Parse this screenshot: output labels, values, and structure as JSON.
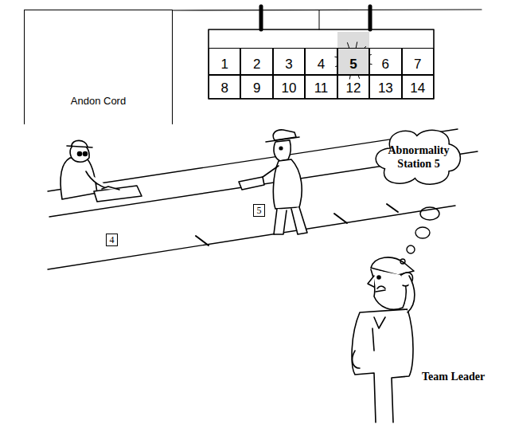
{
  "diagram": {
    "nodes": [
      {
        "text": [
          "Andon Cord"
        ]
      },
      {
        "text": [
          "1"
        ]
      },
      {
        "text": [
          "2"
        ]
      },
      {
        "text": [
          "3"
        ]
      },
      {
        "text": [
          "4"
        ]
      },
      {
        "text": [
          "5"
        ]
      },
      {
        "text": [
          "6"
        ]
      },
      {
        "text": [
          "7"
        ]
      },
      {
        "text": [
          "8"
        ]
      },
      {
        "text": [
          "9"
        ]
      },
      {
        "text": [
          "10"
        ]
      },
      {
        "text": [
          "11"
        ]
      },
      {
        "text": [
          "12"
        ]
      },
      {
        "text": [
          "13"
        ]
      },
      {
        "text": [
          "14"
        ]
      },
      {
        "text": [
          "Abnormality Station 5"
        ]
      },
      {
        "text": [
          "5"
        ]
      },
      {
        "text": [
          "4"
        ]
      }
    ],
    "labels": [
      "Team Leader"
    ]
  }
}
